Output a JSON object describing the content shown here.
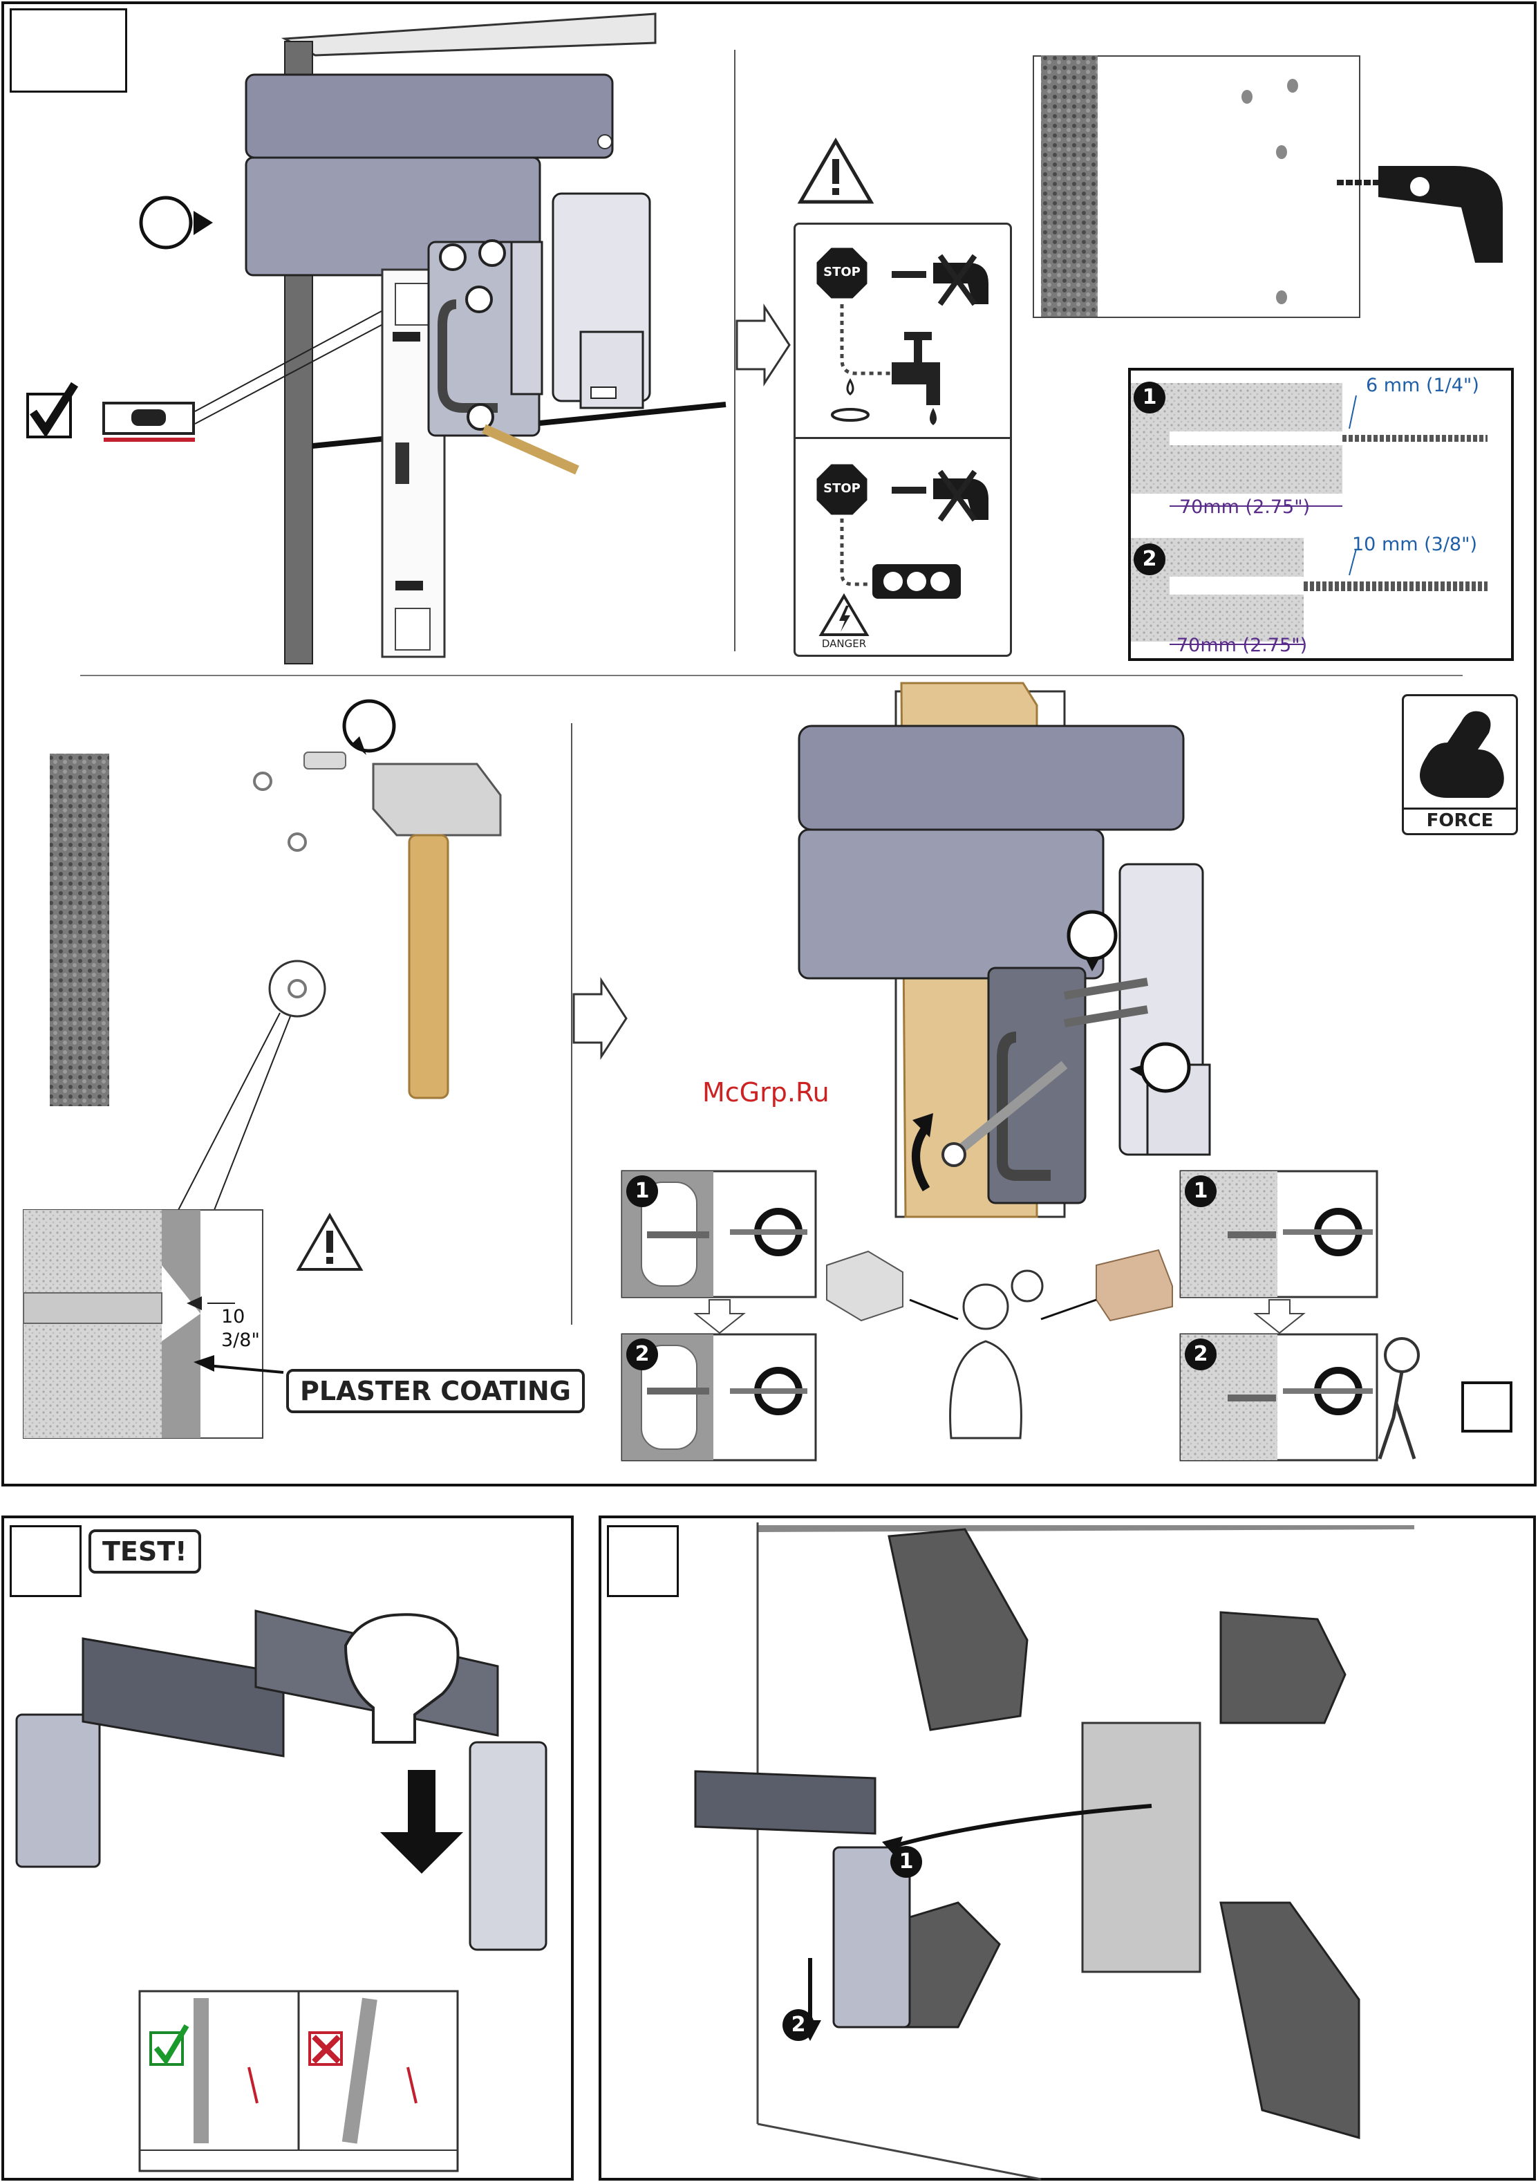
{
  "watermark": "McGrp.Ru",
  "top_panel": {
    "drill_specs": [
      {
        "number": "1",
        "bit": "6 mm (1/4\")",
        "depth": "70mm (2.75\")"
      },
      {
        "number": "2",
        "bit": "10 mm (3/8\")",
        "depth": "70mm (2.75\")"
      }
    ],
    "danger_label": "DANGER",
    "stop_label": "STOP"
  },
  "middle_panel": {
    "force_label": "FORCE",
    "plaster_depth": "10\n3/8\"",
    "plaster_label": "PLASTER COATING",
    "step_numbers": [
      "1",
      "2"
    ]
  },
  "bottom_left": {
    "test_label": "TEST!"
  },
  "bottom_right": {
    "step_numbers": [
      "1",
      "2"
    ]
  }
}
